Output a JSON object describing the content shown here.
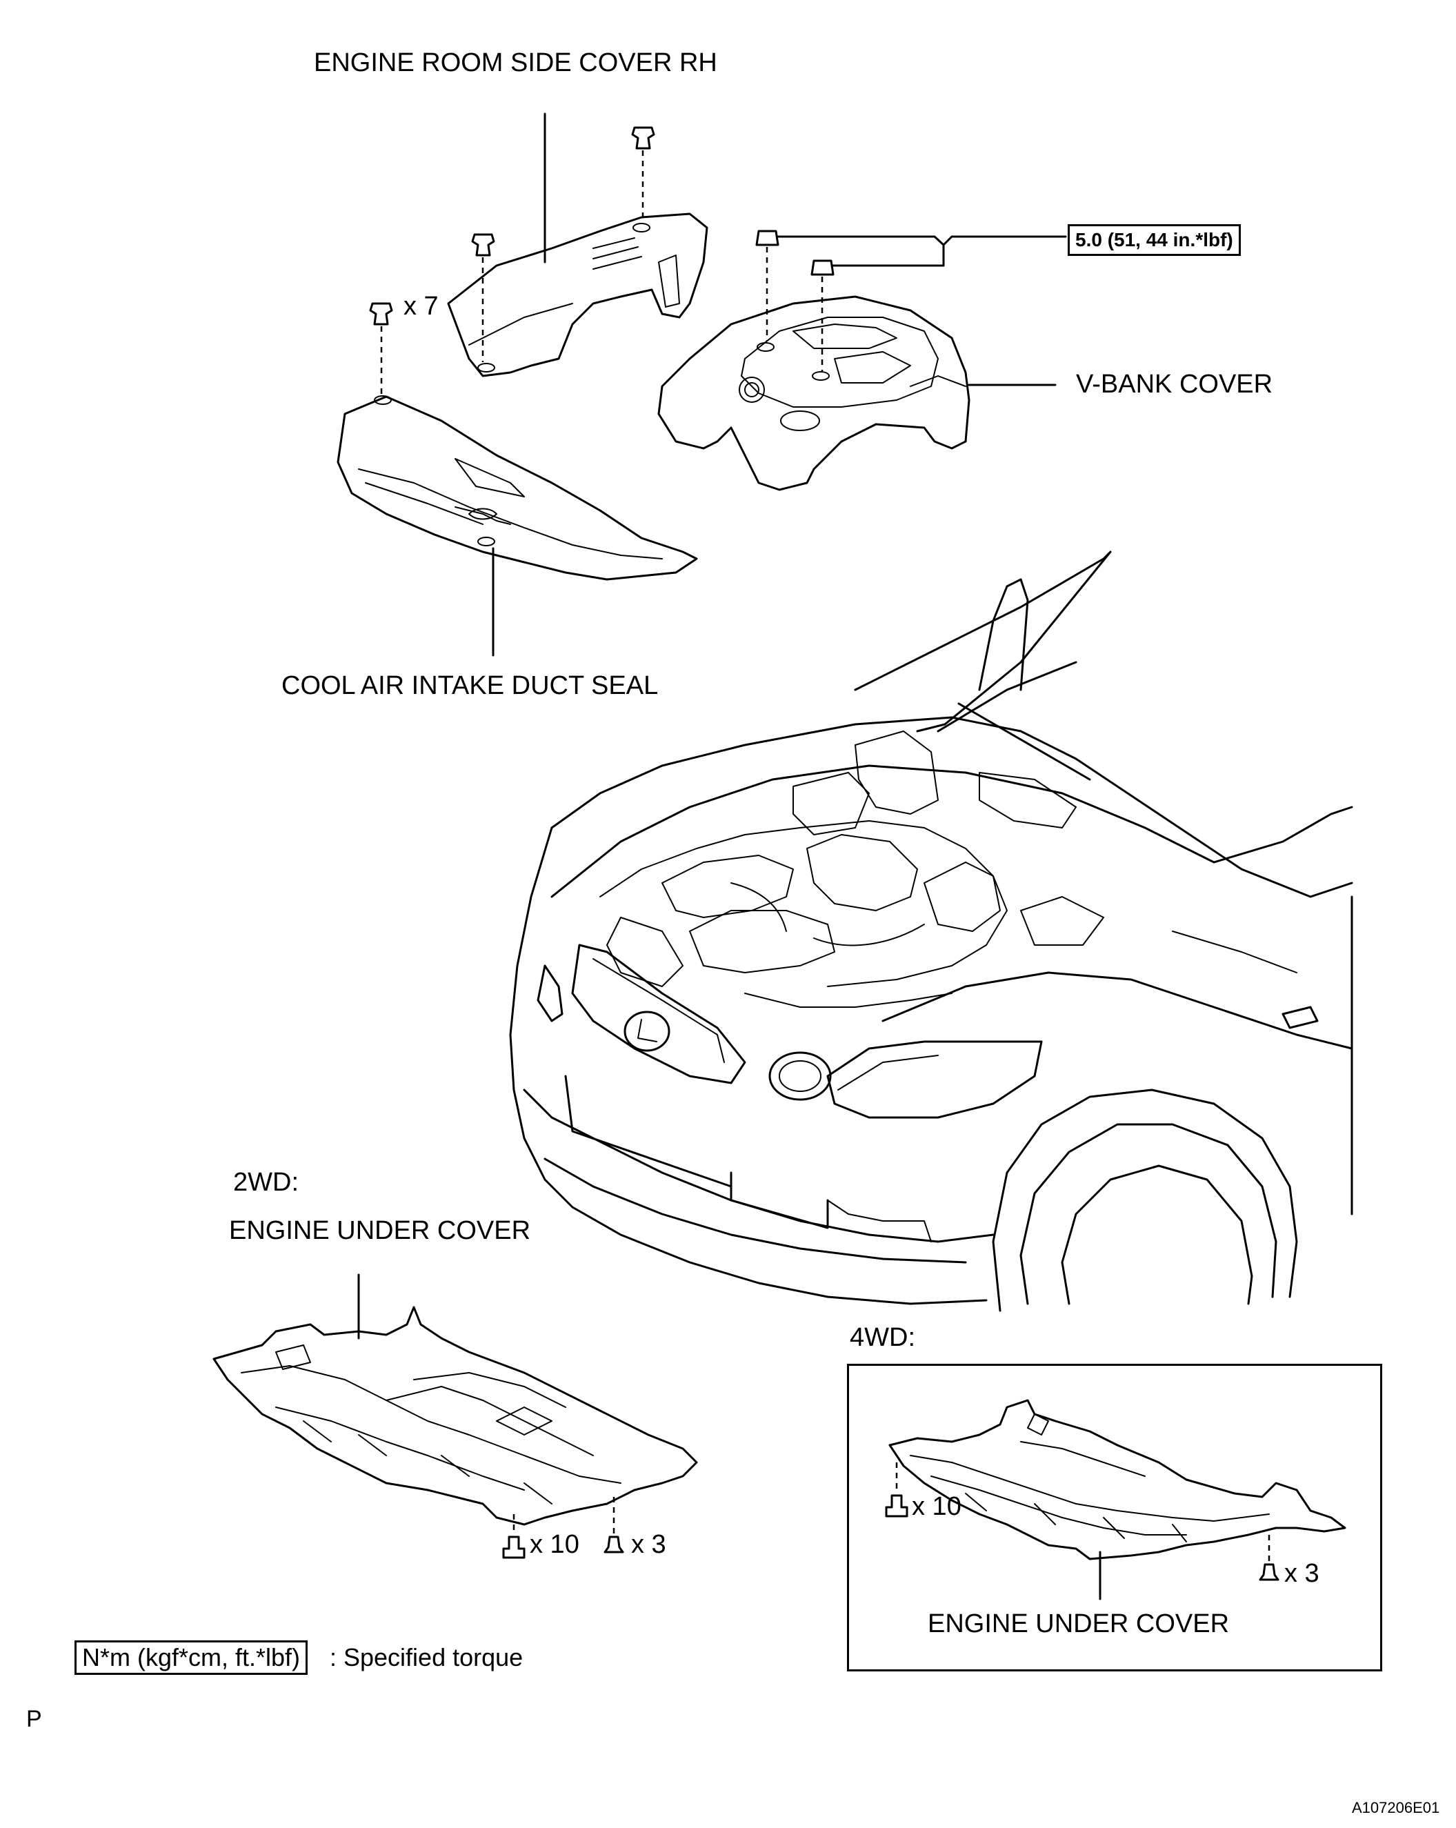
{
  "labels": {
    "engine_room_side_cover": "ENGINE ROOM SIDE COVER RH",
    "v_bank_cover": "V-BANK COVER",
    "cool_air_intake": "COOL AIR INTAKE DUCT SEAL",
    "torque_value": "5.0 (51, 44 in.*lbf)",
    "qty_x7": "x 7",
    "label_2wd": "2WD:",
    "engine_under_cover_2wd": "ENGINE UNDER COVER",
    "qty_2wd_x10": "x 10",
    "qty_2wd_x3": "x 3",
    "label_4wd": "4WD:",
    "qty_4wd_x10": "x 10",
    "qty_4wd_x3": "x 3",
    "engine_under_cover_4wd": "ENGINE UNDER COVER",
    "legend_unit": "N*m (kgf*cm, ft.*lbf)",
    "legend_desc": ": Specified torque",
    "page_letter": "P",
    "figure_code": "A107206E01"
  }
}
